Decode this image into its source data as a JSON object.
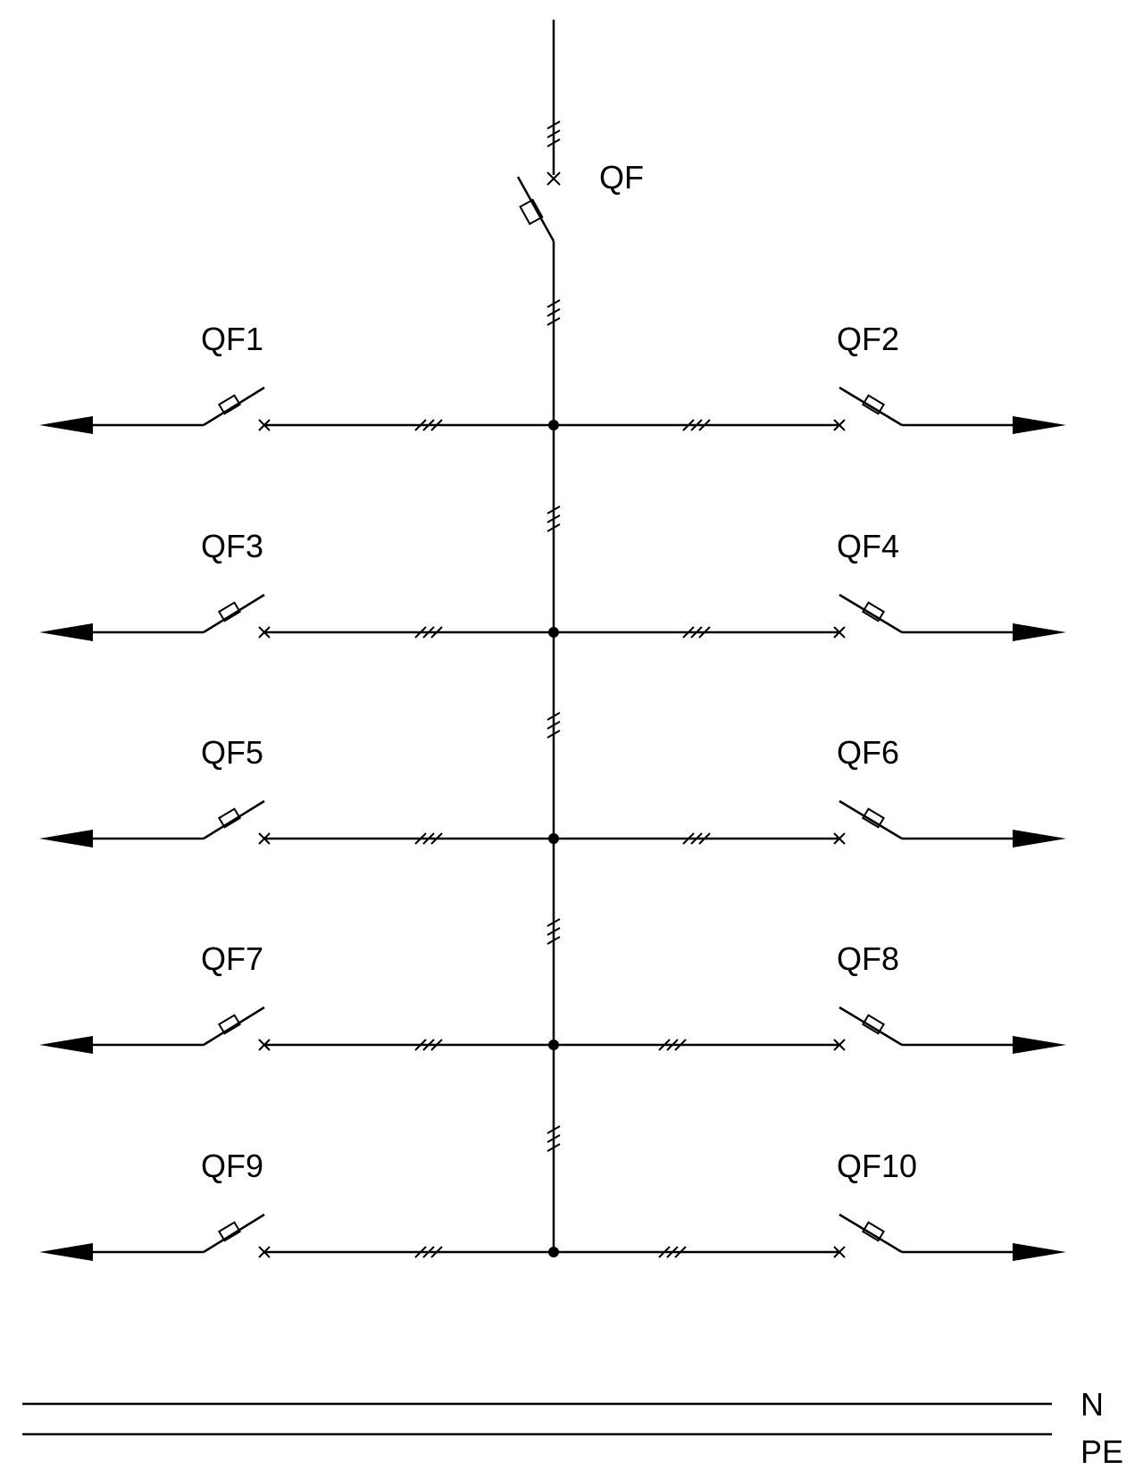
{
  "diagram": {
    "main_breaker": {
      "label": "QF"
    },
    "rows": [
      {
        "left": {
          "label": "QF1"
        },
        "right": {
          "label": "QF2"
        }
      },
      {
        "left": {
          "label": "QF3"
        },
        "right": {
          "label": "QF4"
        }
      },
      {
        "left": {
          "label": "QF5"
        },
        "right": {
          "label": "QF6"
        }
      },
      {
        "left": {
          "label": "QF7"
        },
        "right": {
          "label": "QF8"
        }
      },
      {
        "left": {
          "label": "QF9"
        },
        "right": {
          "label": "QF10"
        }
      }
    ],
    "buses": [
      {
        "label": "N"
      },
      {
        "label": "PE"
      }
    ],
    "colors": {
      "line": "#000000",
      "background": "#ffffff"
    }
  }
}
